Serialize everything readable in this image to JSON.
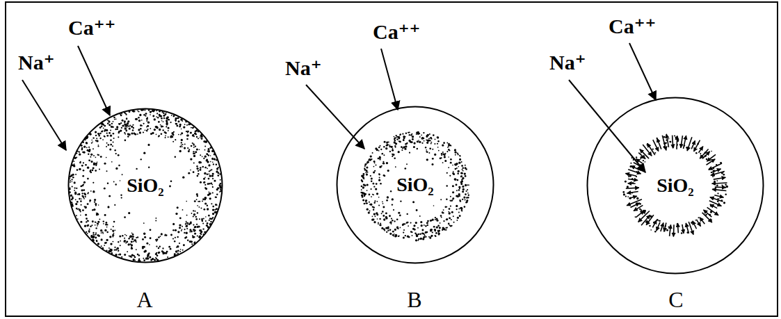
{
  "diagram": {
    "nodes": [
      {
        "text": [
          "SiO₂"
        ]
      },
      {
        "text": [
          "SiO₂"
        ]
      },
      {
        "text": [
          "SiO₂"
        ]
      }
    ],
    "labels": [
      "Ca⁺⁺",
      "Na⁺",
      "A",
      "Ca⁺⁺",
      "Na⁺",
      "B",
      "Ca⁺⁺",
      "Na⁺",
      "C"
    ]
  }
}
